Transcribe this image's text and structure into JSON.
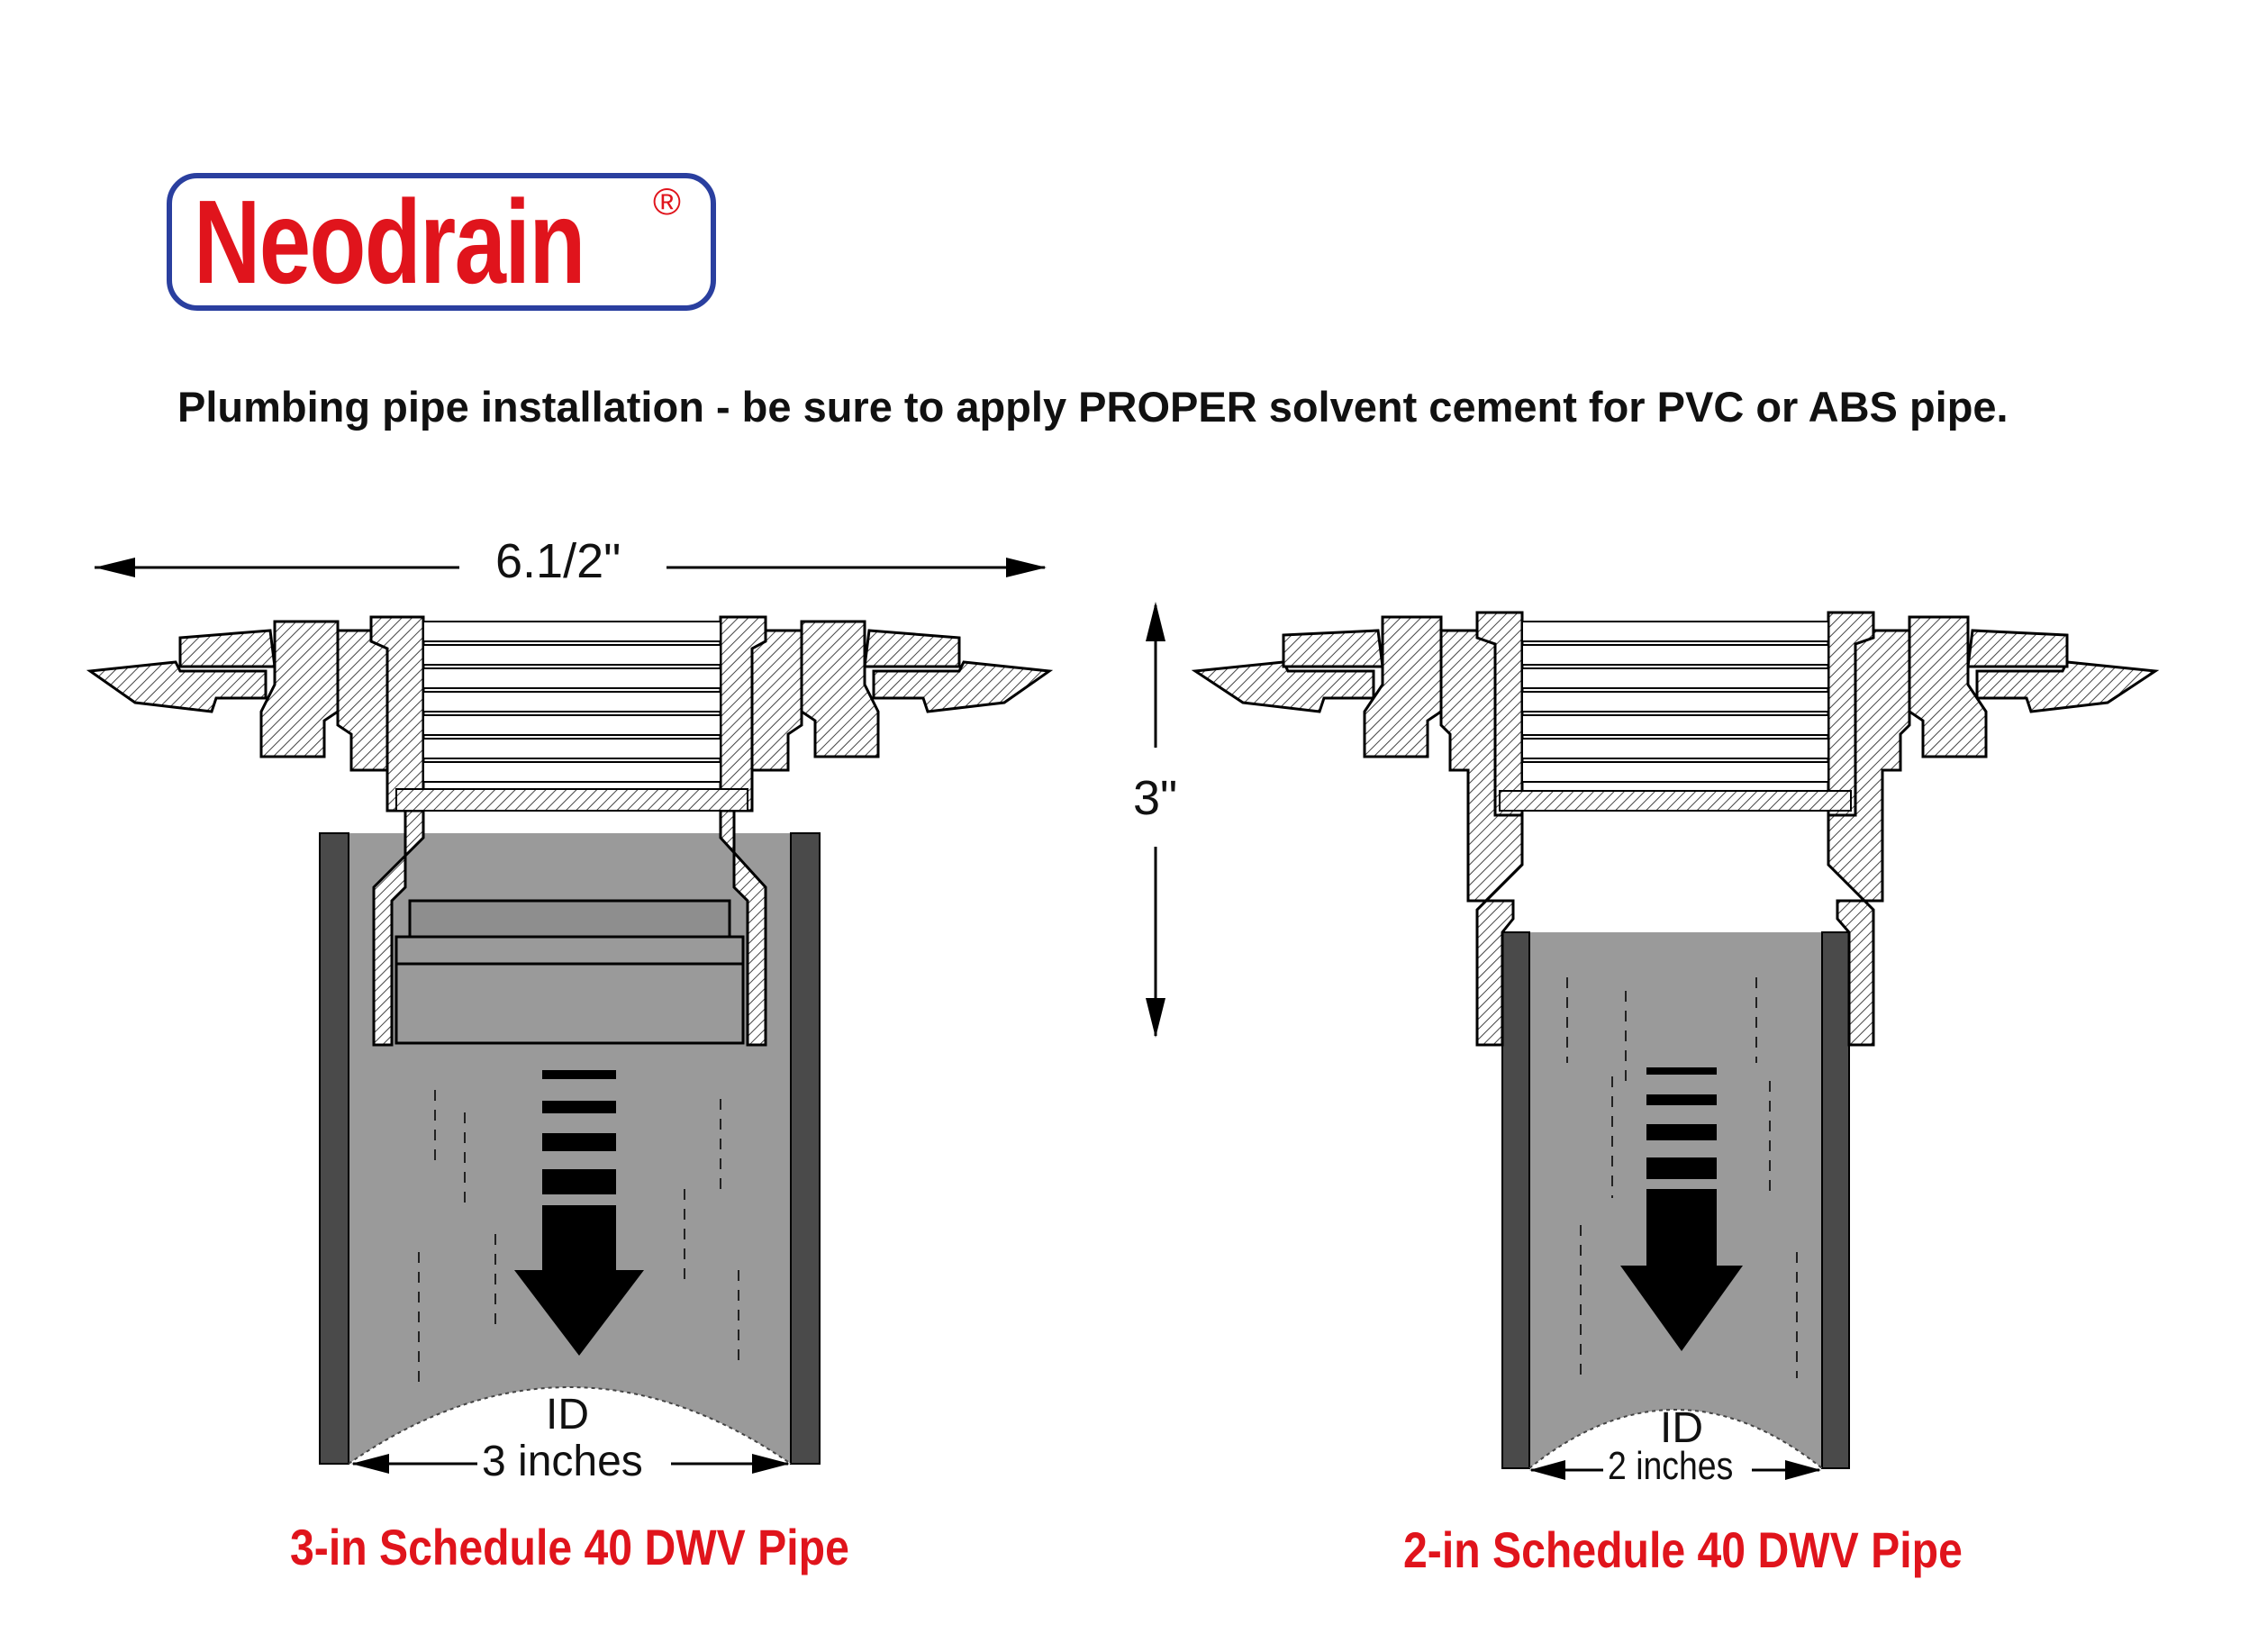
{
  "brand": {
    "name": "Neodrain",
    "registered": "®"
  },
  "headline": "Plumbing pipe installation - be sure to apply PROPER solvent cement for PVC or ABS pipe.",
  "dimensions": {
    "width": "6.1/2\"",
    "height": "3\""
  },
  "left_pipe": {
    "id_label": "ID",
    "id_size": "3 inches",
    "caption": "3-in Schedule 40 DWV Pipe"
  },
  "right_pipe": {
    "id_label": "ID",
    "id_size": "2 inches",
    "caption": "2-in Schedule 40 DWV Pipe"
  },
  "colors": {
    "brand_red": "#e0141c",
    "brand_blue": "#2a3f9f",
    "pipe_fill": "#9a9a9a",
    "pipe_wall": "#4a4a4a"
  }
}
